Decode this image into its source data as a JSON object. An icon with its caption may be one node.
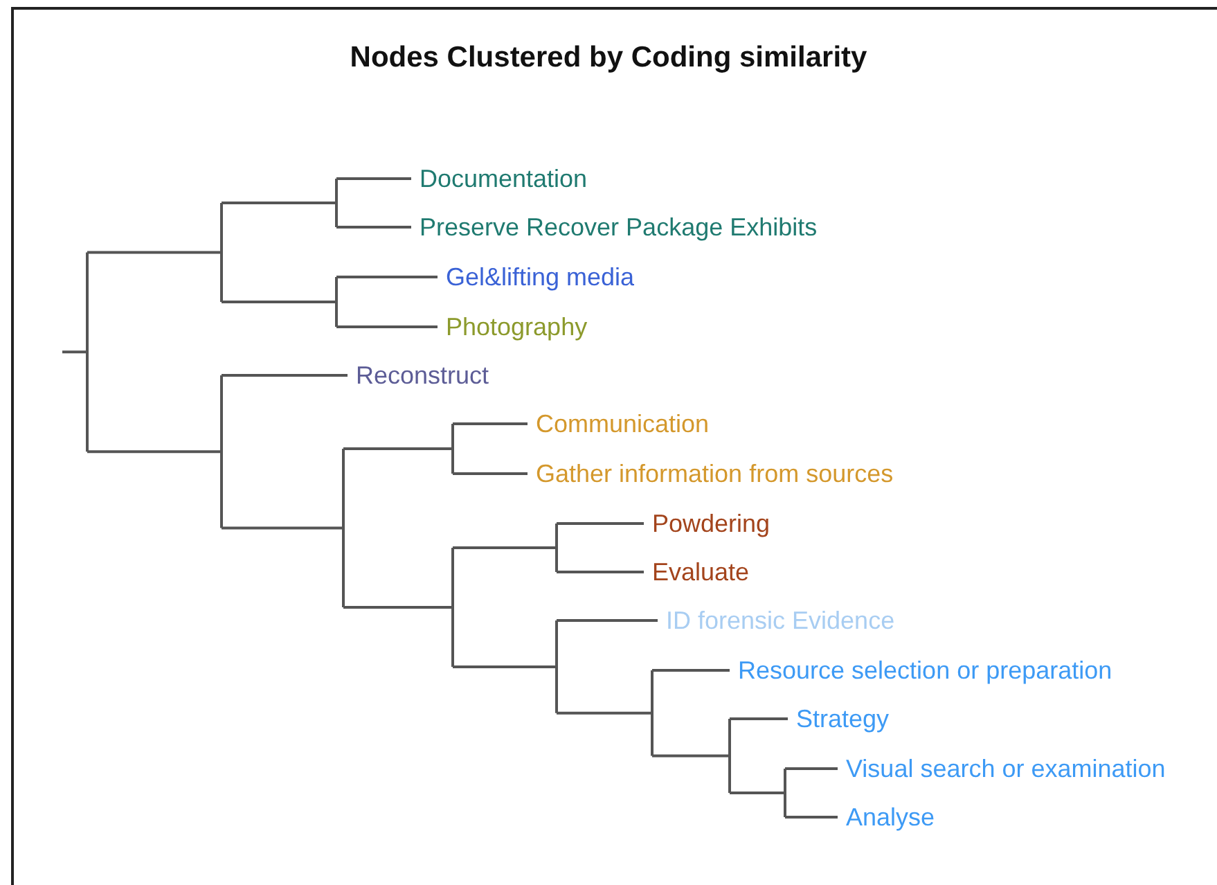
{
  "diagram": {
    "title": "Nodes Clustered by Coding similarity",
    "labels": [
      "Documentation",
      "Preserve Recover Package Exhibits",
      "Gel&lifting media",
      "Photography",
      "Reconstruct",
      "Communication",
      "Gather information from sources",
      "Powdering",
      "Evaluate",
      "ID forensic Evidence",
      "Resource selection or preparation",
      "Strategy",
      "Visual search or examination",
      "Analyse"
    ]
  }
}
